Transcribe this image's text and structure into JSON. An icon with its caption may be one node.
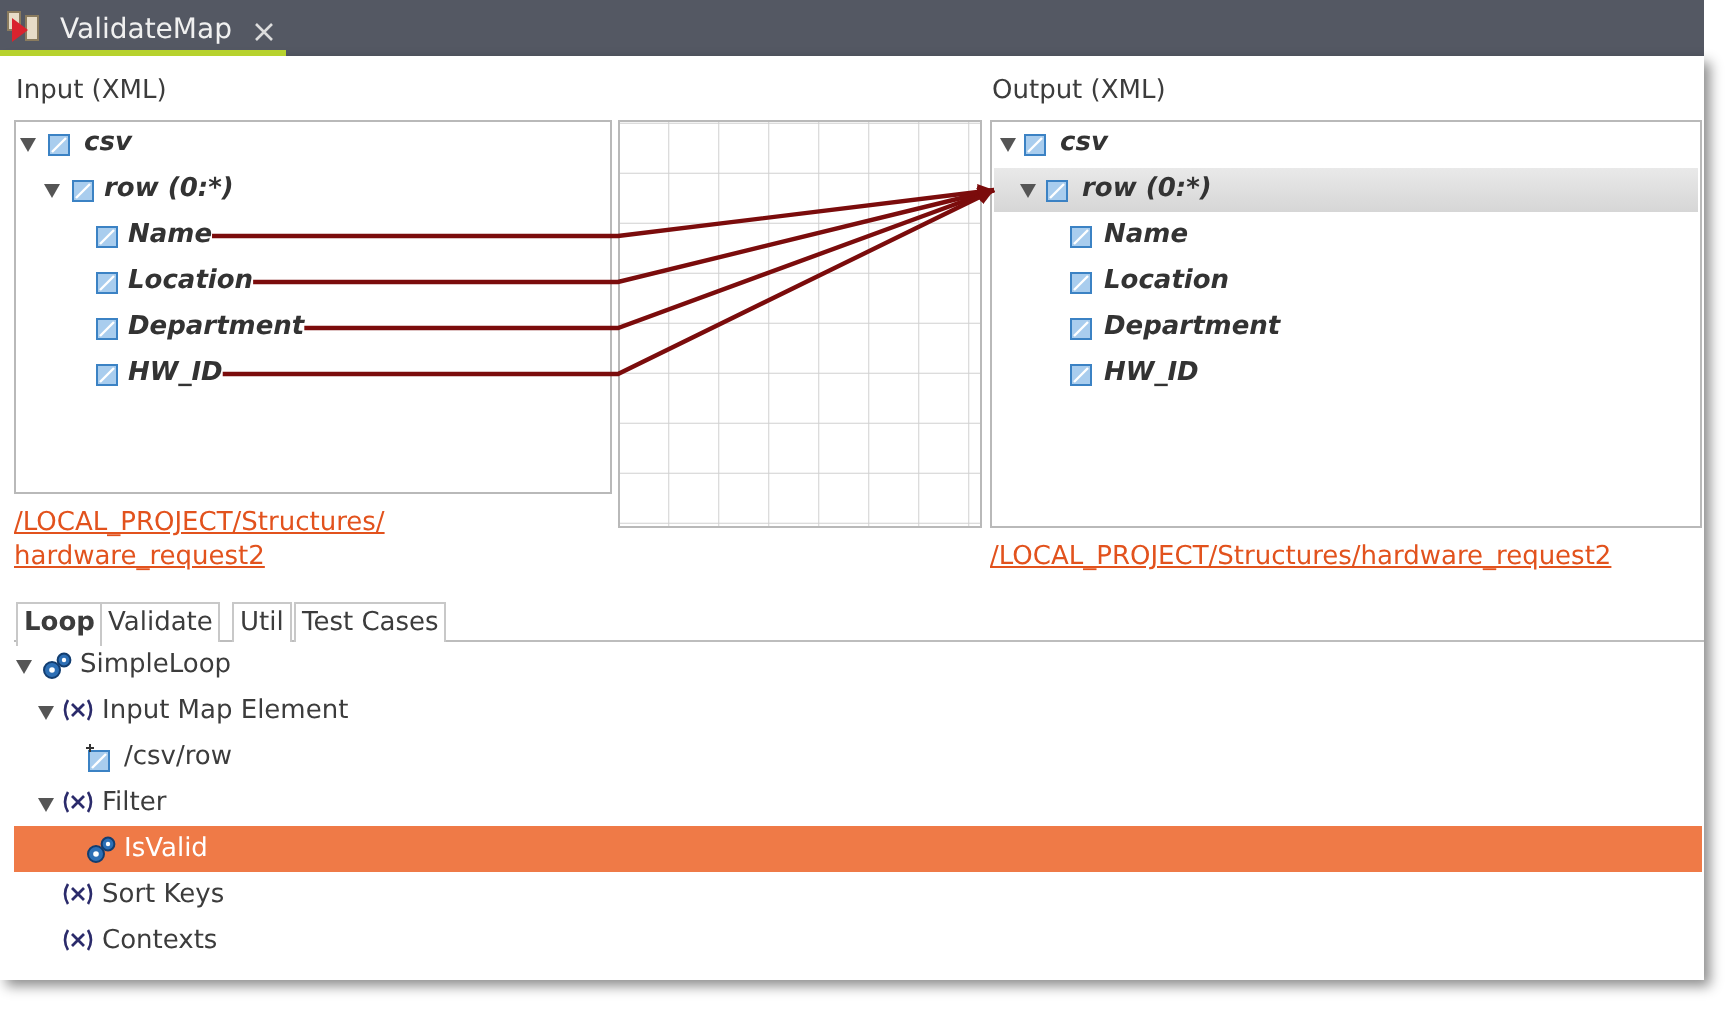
{
  "diagram": {
    "nodes": [
      {
        "text": [
          "csv"
        ]
      },
      {
        "text": [
          "row (0:*)"
        ]
      },
      {
        "text": [
          "Name"
        ]
      },
      {
        "text": [
          "Location"
        ]
      },
      {
        "text": [
          "Department"
        ]
      },
      {
        "text": [
          "HW_ID"
        ]
      },
      {
        "text": [
          "csv"
        ]
      },
      {
        "text": [
          "row (0:*)"
        ]
      },
      {
        "text": [
          "Name"
        ]
      },
      {
        "text": [
          "Location"
        ]
      },
      {
        "text": [
          "Department"
        ]
      },
      {
        "text": [
          "HW_ID"
        ]
      }
    ],
    "edges": [
      {
        "from": 2,
        "to": 7,
        "arrow": "to"
      },
      {
        "from": 3,
        "to": 7,
        "arrow": "to"
      },
      {
        "from": 4,
        "to": 7,
        "arrow": "to"
      },
      {
        "from": 5,
        "to": 7,
        "arrow": "to"
      }
    ],
    "labels": [
      "ValidateMap",
      "Input (XML)",
      "Output (XML)",
      "/LOCAL_PROJECT/Structures/hardware_request2",
      "/LOCAL_PROJECT/Structures/hardware_request2",
      "Loop",
      "Validate",
      "Util",
      "Test Cases",
      "SimpleLoop",
      "Input Map Element",
      "/csv/row",
      "Filter",
      "IsValid",
      "Sort Keys",
      "Contexts"
    ]
  }
}
